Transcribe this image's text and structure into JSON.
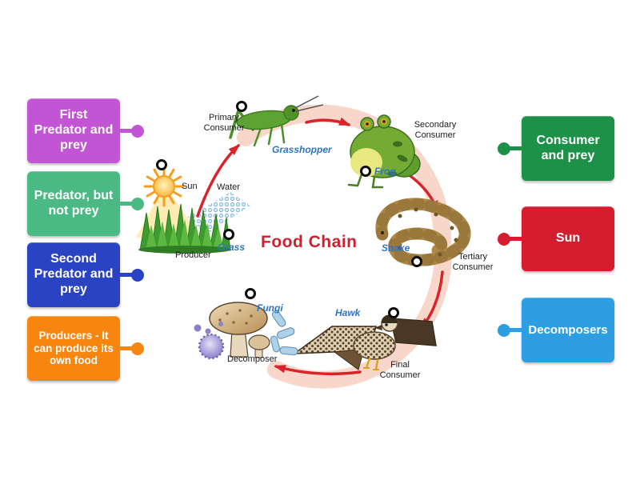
{
  "activity": {
    "type": "labelled-diagram",
    "left_labels": [
      {
        "text": "First Predator and prey",
        "color": "#c255d3"
      },
      {
        "text": "Predator, but not prey",
        "color": "#4bb983"
      },
      {
        "text": "Second Predator and prey",
        "color": "#2a43c2"
      },
      {
        "text": "Producers - It can produce its own food",
        "color": "#f6860f"
      }
    ],
    "right_labels": [
      {
        "text": "Consumer and prey",
        "color": "#1d9148"
      },
      {
        "text": "Sun",
        "color": "#d41e2f"
      },
      {
        "text": "Decomposers",
        "color": "#2d9ee2"
      }
    ]
  },
  "diagram": {
    "title": "Food Chain",
    "title_color": "#cf2030",
    "species_label_color": "#2d74c6",
    "arrow_color": "#d8232a",
    "band_color": "#f8d7ca",
    "marker_ring_color": "#0b0b0b",
    "labels": {
      "primary_consumer": "Primary Consumer",
      "grasshopper": "Grasshopper",
      "secondary_consumer": "Secondary Consumer",
      "frog": "Frog",
      "sun": "Sun",
      "water": "Water",
      "grass": "Grass",
      "producer": "Producer",
      "snake": "Snake",
      "tertiary_consumer": "Tertiary Consumer",
      "hawk": "Hawk",
      "final_consumer": "Final Consumer",
      "fungi": "Fungi",
      "decomposer": "Decomposer"
    }
  }
}
